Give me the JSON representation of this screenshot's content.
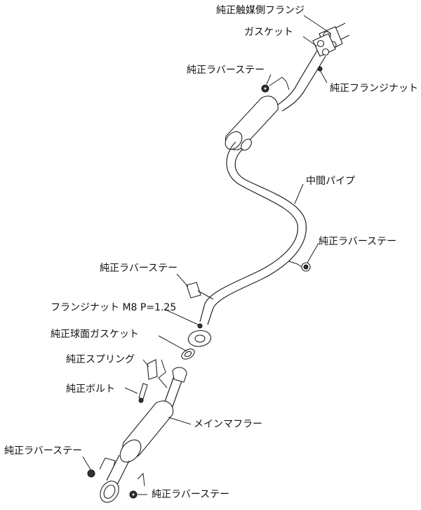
{
  "labels": {
    "cat_flange": "純正触媒側フランジ",
    "gasket": "ガスケット",
    "rubber_stay_top": "純正ラバーステー",
    "flange_nut": "純正フランジナット",
    "mid_pipe": "中間パイプ",
    "rubber_stay_right": "純正ラバーステー",
    "rubber_stay_mid": "純正ラバーステー",
    "flange_nut_m8": "フランジナット M8 P=1.25",
    "ball_gasket": "純正球面ガスケット",
    "spring": "純正スプリング",
    "bolt": "純正ボルト",
    "main_muffler": "メインマフラー",
    "rubber_stay_bottom_left": "純正ラバーステー",
    "rubber_stay_bottom_right": "純正ラバーステー"
  }
}
